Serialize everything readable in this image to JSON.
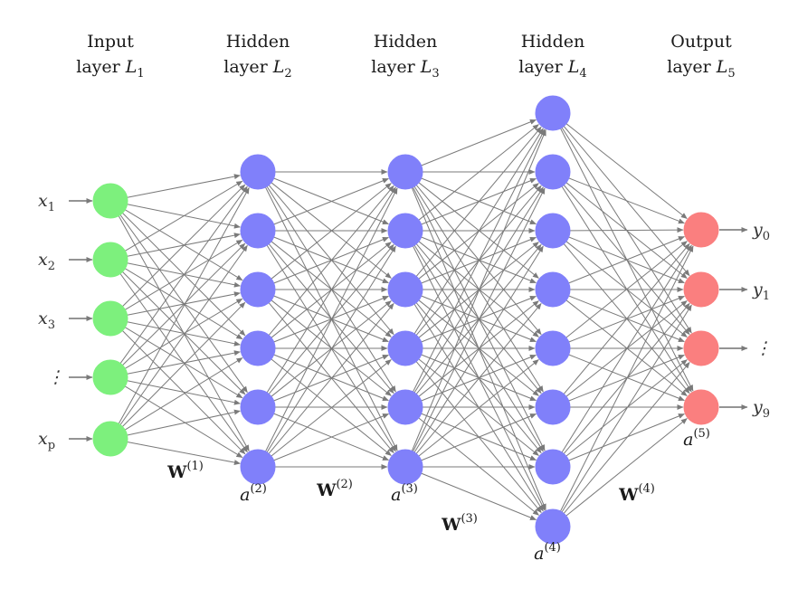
{
  "layers": [
    {
      "id": "L1",
      "title_line1": "Input",
      "title_line2": "layer",
      "symbol": "L",
      "subscript": "1",
      "node_count": 5,
      "node_color": "#7df07d",
      "ellipsis_index": 3
    },
    {
      "id": "L2",
      "title_line1": "Hidden",
      "title_line2": "layer",
      "symbol": "L",
      "subscript": "2",
      "node_count": 6,
      "node_color": "#8080fa"
    },
    {
      "id": "L3",
      "title_line1": "Hidden",
      "title_line2": "layer",
      "symbol": "L",
      "subscript": "3",
      "node_count": 6,
      "node_color": "#8080fa"
    },
    {
      "id": "L4",
      "title_line1": "Hidden",
      "title_line2": "layer",
      "symbol": "L",
      "subscript": "4",
      "node_count": 8,
      "node_color": "#8080fa"
    },
    {
      "id": "L5",
      "title_line1": "Output",
      "title_line2": "layer",
      "symbol": "L",
      "subscript": "5",
      "node_count": 4,
      "node_color": "#fa7f7f",
      "ellipsis_index": 2
    }
  ],
  "inputs": [
    {
      "symbol": "x",
      "subscript": "1"
    },
    {
      "symbol": "x",
      "subscript": "2"
    },
    {
      "symbol": "x",
      "subscript": "3"
    },
    {
      "symbol": "⋮",
      "subscript": ""
    },
    {
      "symbol": "x",
      "subscript": "p"
    }
  ],
  "outputs": [
    {
      "symbol": "y",
      "subscript": "0"
    },
    {
      "symbol": "y",
      "subscript": "1"
    },
    {
      "symbol": "⋮",
      "subscript": ""
    },
    {
      "symbol": "y",
      "subscript": "9"
    }
  ],
  "weights": [
    {
      "symbol": "W",
      "superscript": "(1)"
    },
    {
      "symbol": "W",
      "superscript": "(2)"
    },
    {
      "symbol": "W",
      "superscript": "(3)"
    },
    {
      "symbol": "W",
      "superscript": "(4)"
    }
  ],
  "activations": [
    {
      "symbol": "a",
      "superscript": "(2)"
    },
    {
      "symbol": "a",
      "superscript": "(3)"
    },
    {
      "symbol": "a",
      "superscript": "(4)"
    },
    {
      "symbol": "a",
      "superscript": "(5)"
    }
  ],
  "colors": {
    "edge": "#7a7a7a",
    "text": "#1a1a1a"
  }
}
